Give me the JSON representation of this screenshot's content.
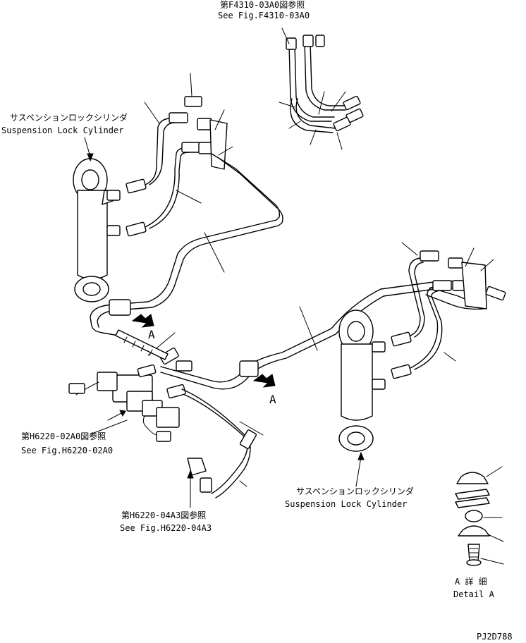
{
  "labels": {
    "top_ref_jp": "第F4310-03A0図参照",
    "top_ref_en": "See Fig.F4310-03A0",
    "cyl_left_jp": "サスペンションロックシリンダ",
    "cyl_left_en": "Suspension Lock Cylinder",
    "cyl_right_jp": "サスペンションロックシリンダ",
    "cyl_right_en": "Suspension Lock Cylinder",
    "ref_h6220_02_jp": "第H6220-02A0図参照",
    "ref_h6220_02_en": "See Fig.H6220-02A0",
    "ref_h6220_04_jp": "第H6220-04A3図参照",
    "ref_h6220_04_en": "See Fig.H6220-04A3",
    "arrow_a_left": "A",
    "arrow_a_right": "A",
    "detail_jp": "A 詳 細",
    "detail_en": "Detail A",
    "drawing_code": "PJ2D788"
  }
}
